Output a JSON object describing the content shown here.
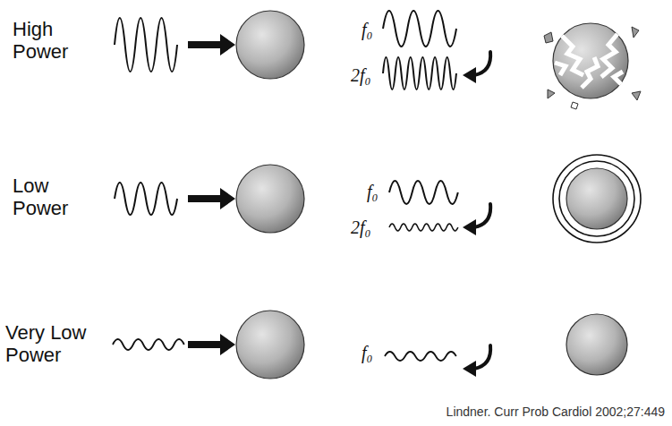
{
  "diagram": {
    "caption": "Lindner. Curr Prob Cardiol 2002;27:449",
    "labels": [
      "High Power",
      "f₀",
      "2f₀",
      "Low Power",
      "f₀",
      "2f₀",
      "Very Low Power",
      "f₀"
    ]
  }
}
